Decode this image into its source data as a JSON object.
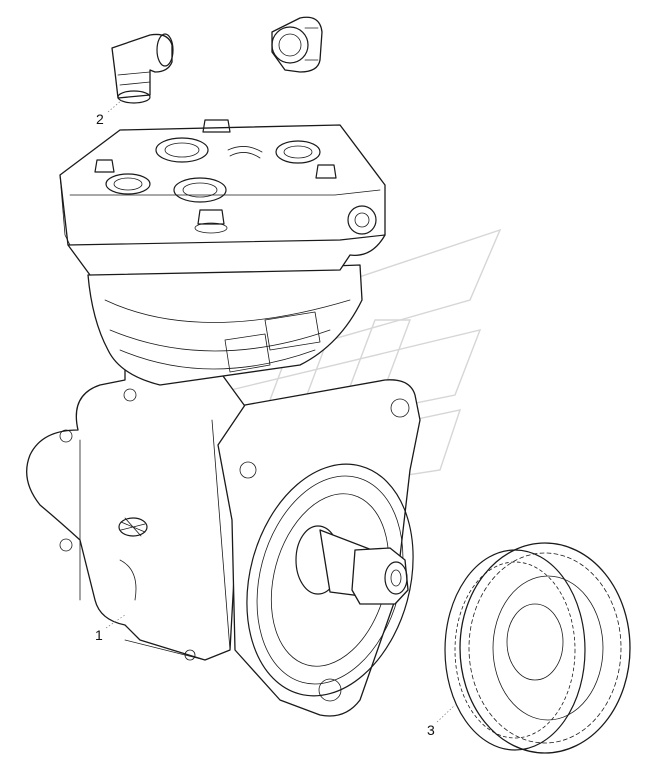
{
  "callouts": {
    "part_1": "1",
    "part_2": "2",
    "part_3": "3"
  },
  "colors": {
    "line": "#1a1a1a",
    "watermark": "#d6d6d6",
    "background": "#ffffff"
  }
}
